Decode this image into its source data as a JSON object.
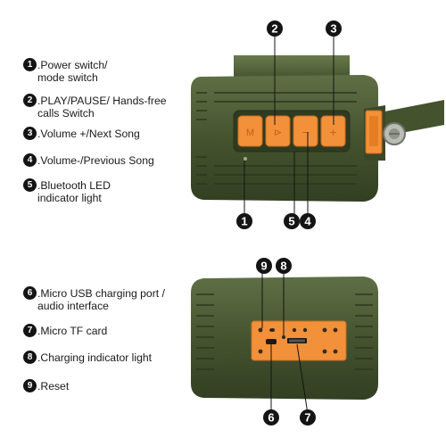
{
  "legend": [
    {
      "num": "1",
      "text": ".Power switch/\nmode switch"
    },
    {
      "num": "2",
      "text": ".PLAY/PAUSE/ Hands-free\ncalls Switch"
    },
    {
      "num": "3",
      "text": ".Volume +/Next Song"
    },
    {
      "num": "4",
      "text": ".Volume-/Previous Song"
    },
    {
      "num": "5",
      "text": ".Bluetooth LED\nindicator light"
    },
    {
      "num": "6",
      "text": ".Micro USB charging port /\naudio interface"
    },
    {
      "num": "7",
      "text": ".Micro TF card"
    },
    {
      "num": "8",
      "text": ".Charging indicator light"
    },
    {
      "num": "9",
      "text": ".Reset"
    }
  ],
  "callouts": {
    "top": [
      "2",
      "3",
      "1",
      "5",
      "4"
    ],
    "bottom": [
      "9",
      "8",
      "6",
      "7"
    ]
  },
  "button_icons": [
    "M",
    "⊳",
    "−",
    "+"
  ],
  "colors": {
    "body_green": "#3c4a2a",
    "body_highlight": "#5a6b40",
    "accent_orange": "#f2913a",
    "callout_black": "#141414"
  }
}
